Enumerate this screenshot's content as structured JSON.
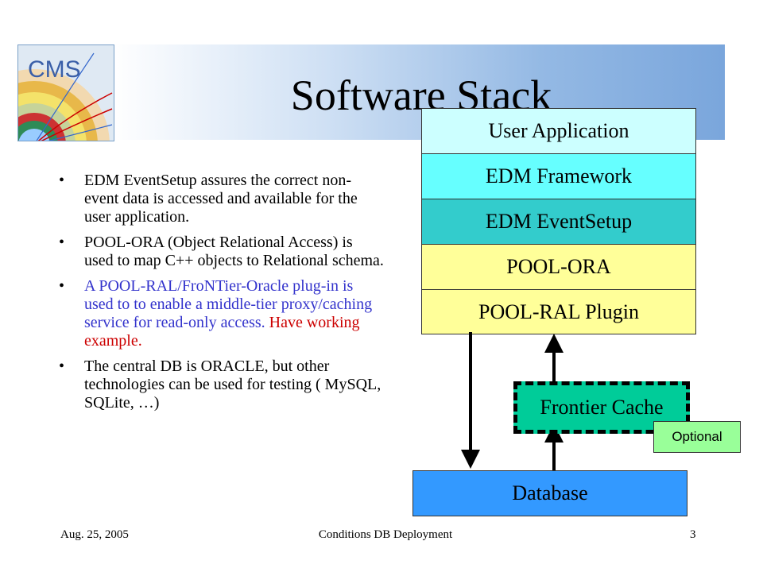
{
  "slide": {
    "title": "Software Stack",
    "logo_text": "CMS"
  },
  "bullets": [
    {
      "marker": "•",
      "segments": [
        {
          "text": "EDM EventSetup assures the correct non-event data is accessed and available for the user application.",
          "color": "#000000"
        }
      ]
    },
    {
      "marker": "•",
      "segments": [
        {
          "text": "POOL-ORA (Object Relational Access) is used to map C++ objects to Relational schema.",
          "color": "#000000"
        }
      ]
    },
    {
      "marker": "•",
      "segments": [
        {
          "text": "A POOL-RAL/FroNTier-Oracle plug-in is used to to enable a middle-tier proxy/caching service for read-only access. ",
          "color": "#3333cc"
        },
        {
          "text": "Have working example.",
          "color": "#cc0000"
        }
      ]
    },
    {
      "marker": "•",
      "segments": [
        {
          "text": "The central DB is ORACLE, but other technologies can be used for testing ( MySQL, SQLite, …)",
          "color": "#000000"
        }
      ]
    }
  ],
  "diagram": {
    "layers": [
      {
        "label": "User Application",
        "color": "#ccffff"
      },
      {
        "label": "EDM Framework",
        "color": "#66ffff"
      },
      {
        "label": "EDM EventSetup",
        "color": "#33cccc"
      },
      {
        "label": "POOL-ORA",
        "color": "#ffff99"
      },
      {
        "label": "POOL-RAL Plugin",
        "color": "#ffff99"
      }
    ],
    "cache_label": "Frontier Cache",
    "cache_color": "#00cc99",
    "database_label": "Database",
    "database_color": "#3399ff",
    "optional_label": "Optional",
    "optional_color": "#99ff99"
  },
  "footer": {
    "date": "Aug. 25, 2005",
    "title": "Conditions DB Deployment",
    "page": "3"
  }
}
